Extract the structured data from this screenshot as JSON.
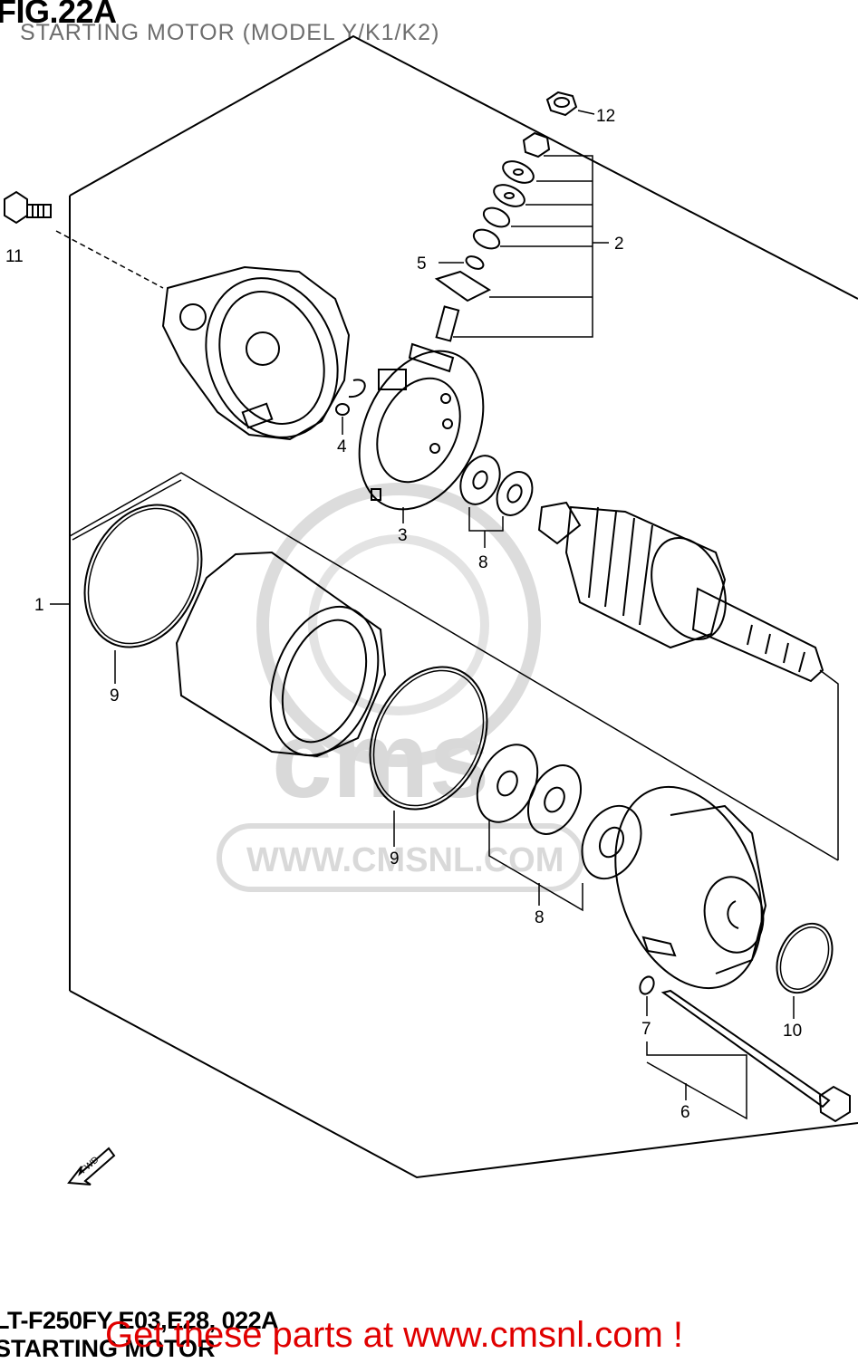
{
  "header": {
    "figure": "FIG.22A",
    "subtitle": "STARTING MOTOR (MODEL Y/K1/K2)"
  },
  "callouts": {
    "c1": "1",
    "c2": "2",
    "c3": "3",
    "c4": "4",
    "c5": "5",
    "c6": "6",
    "c7": "7",
    "c8a": "8",
    "c8b": "8",
    "c9a": "9",
    "c9b": "9",
    "c10": "10",
    "c11": "11",
    "c12": "12"
  },
  "watermark": {
    "brand": "cms",
    "url": "WWW.CMSNL.COM"
  },
  "direction_arrow": "FWD",
  "footer": {
    "code": "LT-F250FY E03,E28, 022A",
    "name": "STARTING MOTOR",
    "link": "Get these parts at www.cmsnl.com !"
  }
}
